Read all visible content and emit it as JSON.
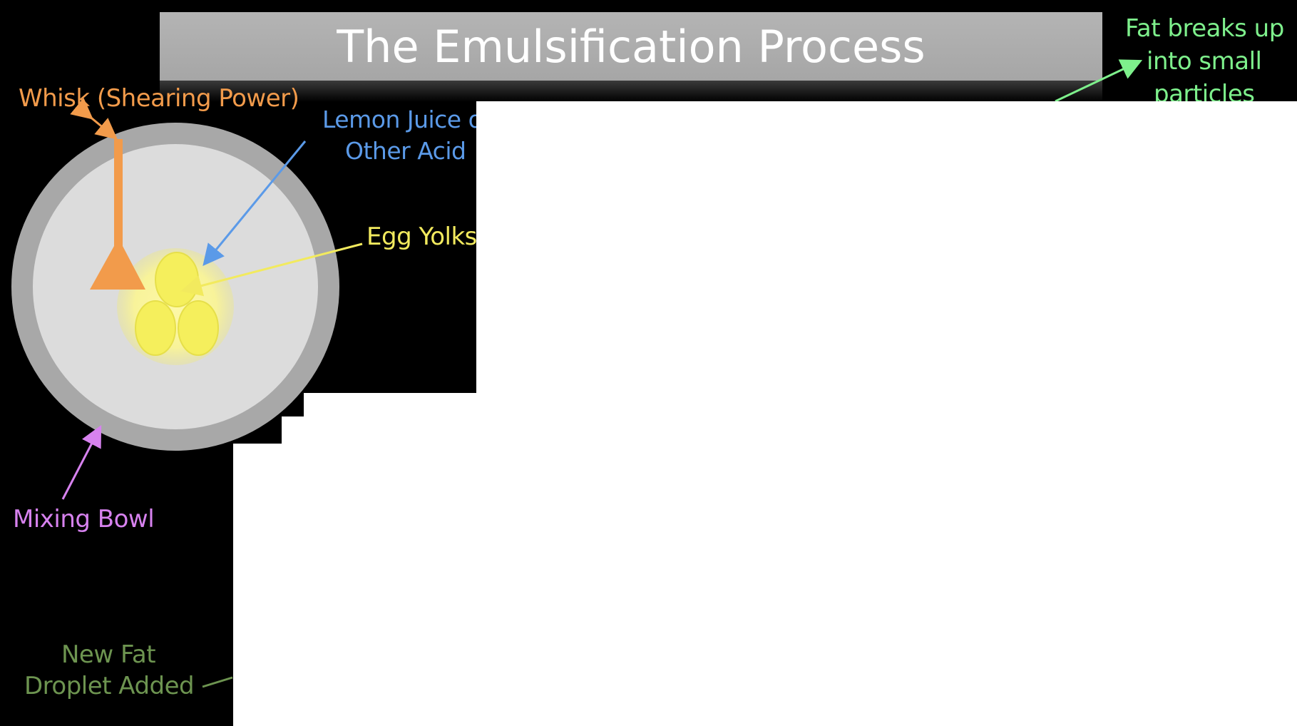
{
  "title": "The Emulsification Process",
  "labels": {
    "whisk": "Whisk (Shearing Power)",
    "lemon_line1": "Lemon Juice o",
    "lemon_line2": "Other Acid",
    "egg_yolks": "Egg Yolks",
    "mixing_bowl": "Mixing Bowl",
    "new_fat_line1": "New Fat",
    "new_fat_line2": "Droplet Added",
    "fat_breaks_line1": "Fat breaks up",
    "fat_breaks_line2": "into small",
    "fat_breaks_line3": "particles"
  },
  "colors": {
    "background": "#000000",
    "whisk": "#f29b4b",
    "lemon": "#5b9ae8",
    "egg_yolks": "#f2ea5e",
    "mixing_bowl": "#d782ef",
    "new_fat": "#6d9450",
    "fat_breaks": "#7ef08c",
    "bowl_rim": "#a8a8a8",
    "bowl_inner": "#dcdcdc",
    "yolk_fill": "#f5ef5c",
    "yolk_glow": "#fbf7b0"
  }
}
